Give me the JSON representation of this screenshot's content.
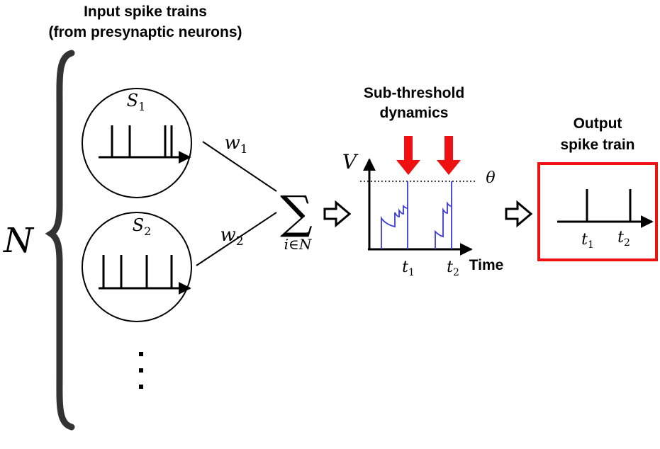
{
  "input_title": {
    "line1": "Input spike trains",
    "line2": "(from presynaptic neurons)"
  },
  "n_label": "N",
  "neuron1": {
    "name": "S",
    "sub": "1",
    "weight": "w",
    "weight_sub": "1"
  },
  "neuron2": {
    "name": "S",
    "sub": "2",
    "weight": "w",
    "weight_sub": "2"
  },
  "sum": {
    "symbol": "∑",
    "subscript": "i∈N"
  },
  "subthreshold_title": {
    "line1": "Sub-threshold",
    "line2": "dynamics"
  },
  "plot": {
    "y_label": "V",
    "threshold_label": "θ",
    "x_label": "Time",
    "t1": {
      "name": "t",
      "sub": "1"
    },
    "t2": {
      "name": "t",
      "sub": "2"
    }
  },
  "output_title": {
    "line1": "Output",
    "line2": "spike train"
  },
  "output": {
    "t1": {
      "name": "t",
      "sub": "1"
    },
    "t2": {
      "name": "t",
      "sub": "2"
    }
  },
  "colors": {
    "membrane_trace": "#3a3ad8",
    "event_arrows": "#ee1111",
    "output_box_border": "#ee1111",
    "ink": "#000000"
  }
}
